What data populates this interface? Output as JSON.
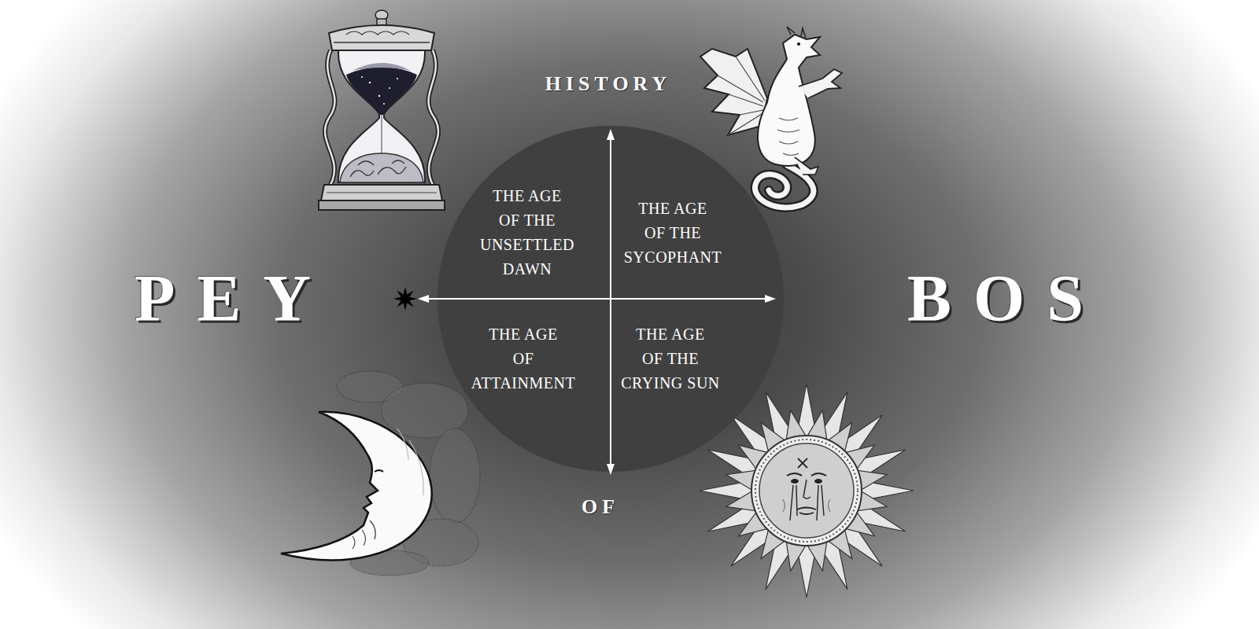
{
  "diagram": {
    "nodes": [
      {
        "text": [
          "THE AGE OF THE UNSETTLED DAWN",
          "THE AGE OF THE SYCOPHANT",
          "THE AGE OF ATTAINMENT",
          "THE AGE OF THE CRYING SUN"
        ]
      }
    ],
    "labels": [
      "HISTORY",
      "PEY",
      "BOS",
      "OF"
    ]
  }
}
